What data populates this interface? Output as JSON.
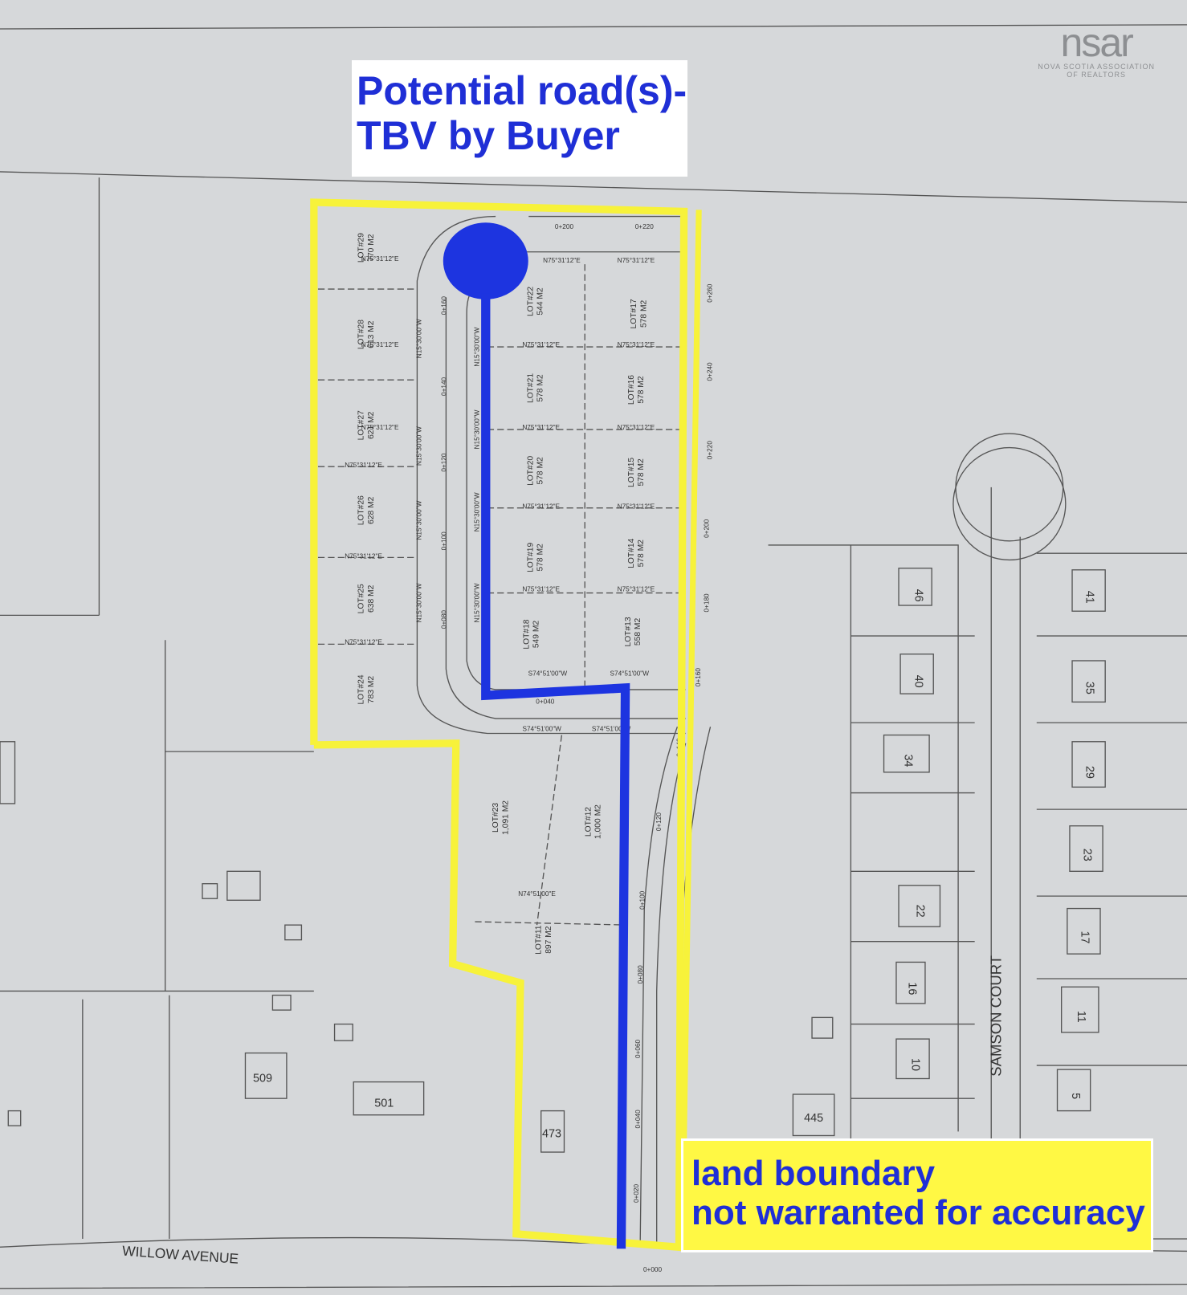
{
  "annotations": {
    "road_note_line1": "Potential road(s)-",
    "road_note_line2": "TBV by Buyer",
    "boundary_note_line1": "land boundary",
    "boundary_note_line2": "not warranted for accuracy"
  },
  "logo": {
    "mark": "nsar",
    "line1": "NOVA SCOTIA ASSOCIATION",
    "line2": "OF REALTORS"
  },
  "streets": {
    "willow": "WILLOW AVENUE",
    "samson": "SAMSON COURT"
  },
  "lots": [
    {
      "lot": "LOT#29",
      "area": "770 M2"
    },
    {
      "lot": "LOT#28",
      "area": "613 M2"
    },
    {
      "lot": "LOT#27",
      "area": "621 M2"
    },
    {
      "lot": "LOT#26",
      "area": "628 M2"
    },
    {
      "lot": "LOT#25",
      "area": "638 M2"
    },
    {
      "lot": "LOT#24",
      "area": "783 M2"
    },
    {
      "lot": "LOT#22",
      "area": "544 M2"
    },
    {
      "lot": "LOT#21",
      "area": "578 M2"
    },
    {
      "lot": "LOT#20",
      "area": "578 M2"
    },
    {
      "lot": "LOT#19",
      "area": "578 M2"
    },
    {
      "lot": "LOT#18",
      "area": "549 M2"
    },
    {
      "lot": "LOT#17",
      "area": "578 M2"
    },
    {
      "lot": "LOT#16",
      "area": "578 M2"
    },
    {
      "lot": "LOT#15",
      "area": "578 M2"
    },
    {
      "lot": "LOT#14",
      "area": "578 M2"
    },
    {
      "lot": "LOT#13",
      "area": "558 M2"
    },
    {
      "lot": "LOT#23",
      "area": "1,091 M2"
    },
    {
      "lot": "LOT#12",
      "area": "1,000 M2"
    },
    {
      "lot": "LOT#11",
      "area": "897 M2"
    }
  ],
  "chainages": [
    "0+200",
    "0+220",
    "0+160",
    "0+140",
    "0+120",
    "0+100",
    "0+080",
    "0+040",
    "0+260",
    "0+240",
    "0+220",
    "0+200",
    "0+180",
    "0+160",
    "0+140",
    "0+120",
    "0+100",
    "0+080",
    "0+060",
    "0+040",
    "0+020",
    "0+000"
  ],
  "bearings": [
    "N75°31'12\"E",
    "S74°51'00\"W",
    "N15°30'00\"W",
    "N74°51'00\"E"
  ],
  "houses": [
    "46",
    "40",
    "34",
    "22",
    "16",
    "10",
    "41",
    "35",
    "29",
    "23",
    "17",
    "11",
    "5",
    "509",
    "501",
    "473",
    "445"
  ],
  "colors": {
    "boundary": "#f7f23a",
    "road": "#1d34e0",
    "paper": "#d4d6d8",
    "note_text": "#1f2fd6"
  }
}
